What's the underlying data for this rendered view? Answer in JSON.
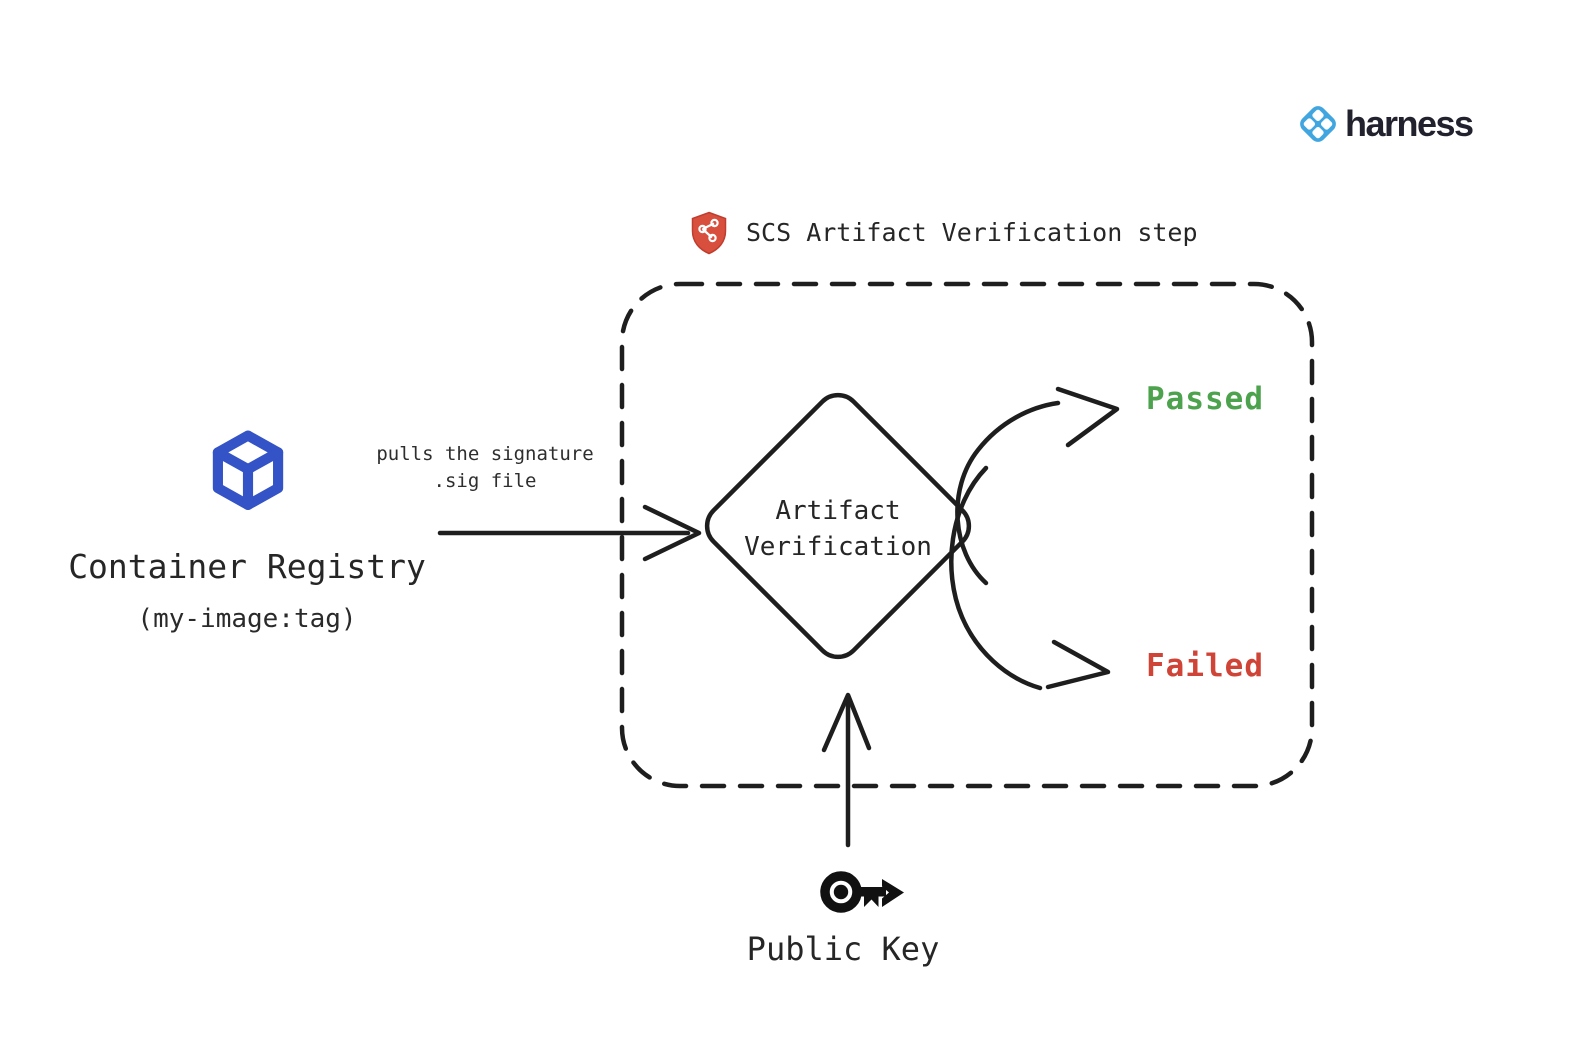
{
  "brand": {
    "name": "harness",
    "icon": "harness-logo-icon",
    "icon_color": "#41a6e0",
    "text_color": "#22222e"
  },
  "header": {
    "icon": "supply-chain-shield-icon",
    "icon_color": "#d94f3e",
    "title": "SCS Artifact Verification step"
  },
  "source": {
    "icon": "cube-icon",
    "icon_color": "#3353c6",
    "title": "Container Registry",
    "subtitle": "(my-image:tag)"
  },
  "edge": {
    "label_line1": "pulls the signature",
    "label_line2": ".sig file"
  },
  "decision": {
    "line1": "Artifact",
    "line2": "Verification"
  },
  "outcomes": {
    "passed": {
      "label": "Passed",
      "color": "#4da24d"
    },
    "failed": {
      "label": "Failed",
      "color": "#cf4437"
    }
  },
  "input": {
    "icon": "key-icon",
    "label": "Public Key"
  },
  "stroke_color": "#1e1e1e"
}
